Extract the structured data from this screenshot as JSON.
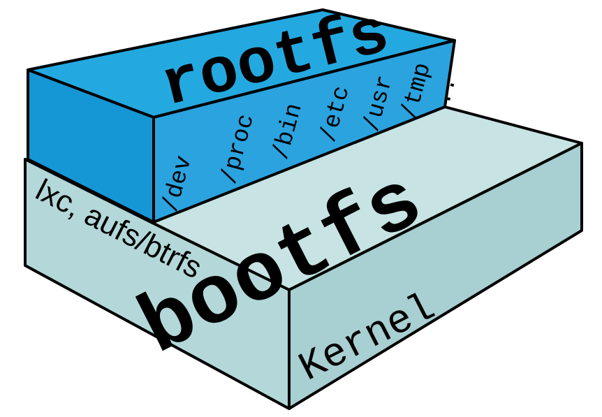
{
  "diagram": {
    "top_layer": {
      "title": "rootfs",
      "directories": [
        "/dev",
        "/proc",
        "/bin",
        "/etc",
        "/usr",
        "/tmp",
        ".."
      ]
    },
    "bottom_layer": {
      "title": "bootfs",
      "side_label": "lxc, aufs/btrfs",
      "front_label": "Kernel"
    }
  },
  "colors": {
    "rootfs_top": "#23a9e0",
    "rootfs_side": "#1597d6",
    "rootfs_front": "#2ba3df",
    "bootfs_top": "#c7e3e3",
    "bootfs_side": "#b4d8d9",
    "bootfs_front": "#a8cfd1",
    "outline": "#000000"
  }
}
